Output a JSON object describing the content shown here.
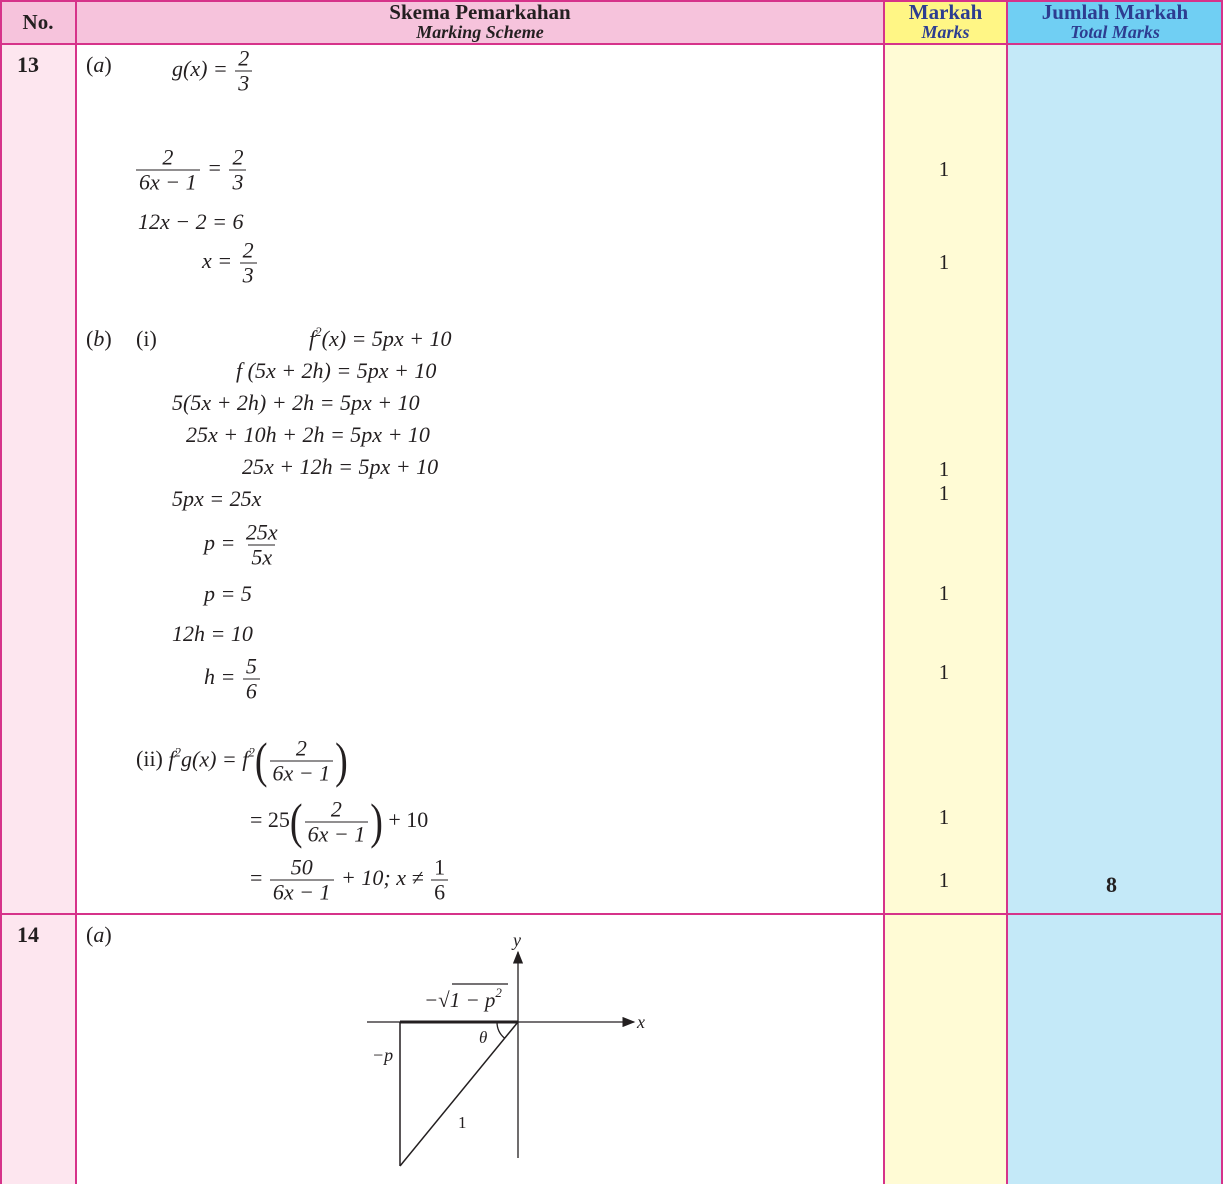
{
  "header": {
    "no": "No.",
    "scheme_ms": "Skema Pemarkahan",
    "scheme_en": "Marking Scheme",
    "marks_ms": "Markah",
    "marks_en": "Marks",
    "total_ms": "Jumlah Markah",
    "total_en": "Total Marks"
  },
  "colors": {
    "border": "#d6338a",
    "header_pink": "#f6c3dc",
    "no_column": "#fde6ef",
    "marks_header": "#fff685",
    "marks_column": "#fffbd5",
    "total_header": "#70cff3",
    "total_column": "#c4e9f8"
  },
  "q13": {
    "number": "13",
    "a_label": "a",
    "a": {
      "l1_lhs": "g(x) =",
      "l1_num": "2",
      "l1_den": "3",
      "l2_num": "2",
      "l2_den": "6x − 1",
      "l2_eq": "=",
      "l2_num2": "2",
      "l2_den2": "3",
      "l3": "12x − 2 = 6",
      "l4_lhs": "x =",
      "l4_num": "2",
      "l4_den": "3"
    },
    "b_label": "b",
    "bi_label": "(i)",
    "bi": {
      "l1_f": "f",
      "l1_sup": "2",
      "l1_rest": "(x) = 5px + 10",
      "l2": "f (5x + 2h) = 5px + 10",
      "l3": "5(5x + 2h) + 2h = 5px + 10",
      "l4": "25x + 10h + 2h = 5px + 10",
      "l5": "25x + 12h = 5px + 10",
      "l6": "5px = 25x",
      "l7_lhs": "p =",
      "l7_num": "25x",
      "l7_den": "5x",
      "l8": "p = 5",
      "l9": "12h = 10",
      "l10_lhs": "h =",
      "l10_num": "5",
      "l10_den": "6"
    },
    "bii_label": "(ii)",
    "bii": {
      "l1_f": "f",
      "l1_sup": "2",
      "l1_g": "g(x) = f",
      "l1_sup2": "2",
      "l1_num": "2",
      "l1_den": "6x − 1",
      "l2_pre": "= 25",
      "l2_num": "2",
      "l2_den": "6x − 1",
      "l2_post": "+ 10",
      "l3_pre": "=",
      "l3_num": "50",
      "l3_den": "6x − 1",
      "l3_mid": "+ 10; x ≠",
      "l3_num2": "1",
      "l3_den2": "6"
    },
    "marks": [
      "1",
      "1",
      "1",
      "1",
      "1",
      "1",
      "1",
      "1"
    ],
    "total": "8"
  },
  "q14": {
    "number": "14",
    "a_label": "a",
    "diagram": {
      "y_label": "y",
      "x_label": "x",
      "top_label": "−√1 − p",
      "top_sup": "2",
      "left_label": "−p",
      "hyp_label": "1",
      "angle_label": "θ"
    }
  }
}
